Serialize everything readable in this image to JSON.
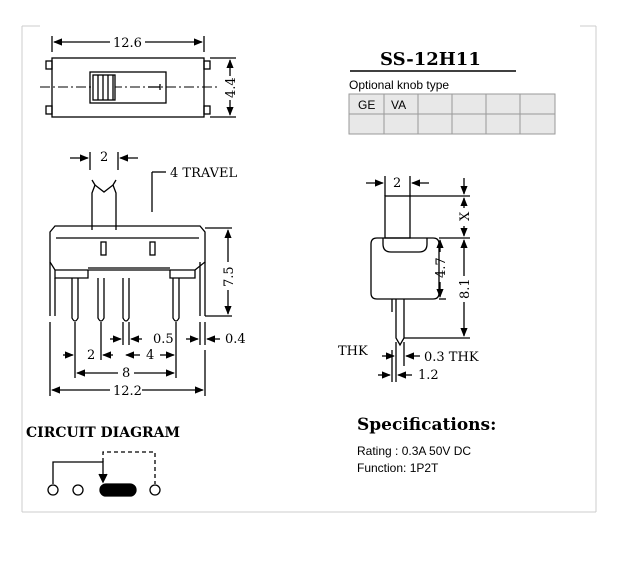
{
  "part": {
    "model": "SS-12H11",
    "knob_table_title": "Optional knob type",
    "knob_types": [
      "GE",
      "VA",
      "",
      "",
      "",
      "",
      ""
    ]
  },
  "top_view": {
    "width_label": "12.6",
    "height_label": "4.4"
  },
  "front_view": {
    "knob_width_label": "2",
    "travel_label": "4 TRAVEL",
    "height_label": "7.5",
    "pin_width_label": "0.5",
    "pin_offset_label": "0.4",
    "pitch_label": "2",
    "pitch4_label": "4",
    "span_label": "8",
    "total_label": "12.2"
  },
  "side_view": {
    "knob_width_label": "2",
    "x_label": "X",
    "body_label": "4.7",
    "total_label": "8.1",
    "thk_left_label": "THK",
    "thk_label": "0.3  THK",
    "pin_label": "1.2"
  },
  "circuit": {
    "title": "CIRCUIT DIAGRAM"
  },
  "specs": {
    "title": "Specifications:",
    "rating": "Rating : 0.3A 50V DC",
    "function": "Function: 1P2T"
  },
  "colors": {
    "line": "#000000",
    "table_bg": "#e8e8e8",
    "table_border": "#999999",
    "frame": "#cccccc"
  }
}
